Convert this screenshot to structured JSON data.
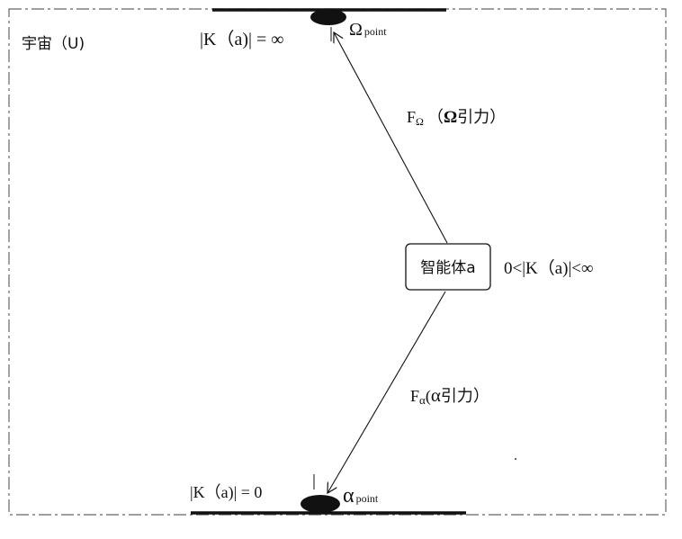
{
  "universe": {
    "label": "宇宙（U)"
  },
  "omega": {
    "k_label": "|K（a)| = ∞",
    "symbol": "Ω",
    "subscript": "point"
  },
  "alpha": {
    "k_label": "|K（a)| = 0",
    "symbol": "α",
    "subscript": "point"
  },
  "agent": {
    "label": "智能体a",
    "k_range": "0<|K（a)|<∞"
  },
  "forces": {
    "omega": {
      "prefix": "F",
      "sub": "Ω",
      "paren_open": "（",
      "symbol": "Ω",
      "text": "引力）"
    },
    "alpha": {
      "prefix": "F",
      "sub": "α",
      "paren_open": "(",
      "symbol": "α",
      "text": "引力）"
    }
  },
  "colors": {
    "ink": "#111111",
    "border": "#666666"
  }
}
